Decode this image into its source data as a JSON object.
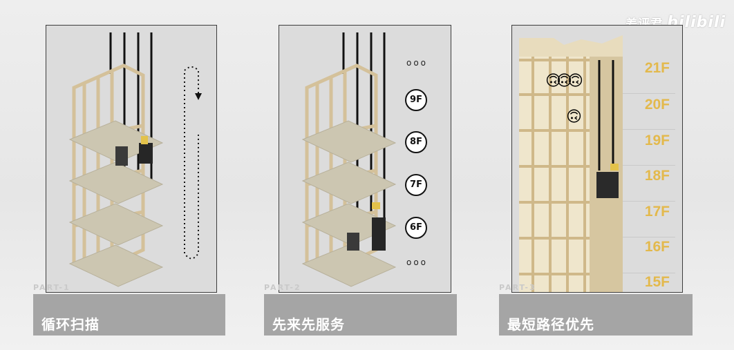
{
  "watermark": {
    "text": "差评君",
    "logo": "bilibili"
  },
  "panels": [
    {
      "part": "PART-1",
      "label": "循环扫描"
    },
    {
      "part": "PART-2",
      "label": "先来先服务"
    },
    {
      "part": "PART-3",
      "label": "最短路径优先"
    }
  ],
  "panel2": {
    "dots_top": "ooo",
    "dots_bottom": "ooo",
    "floors": [
      "9F",
      "8F",
      "7F",
      "6F"
    ]
  },
  "panel3": {
    "floors": [
      "21F",
      "20F",
      "19F",
      "18F",
      "17F",
      "16F",
      "15F"
    ],
    "passenger_icon": "upside-down-face-emoji"
  },
  "colors": {
    "frame": "#d4c19a",
    "floor_slab": "#ccc6b1",
    "cable": "#111111",
    "elevator_car": "#262626",
    "floor_label": "#e3b94c",
    "caption_bg": "#a5a5a5"
  }
}
